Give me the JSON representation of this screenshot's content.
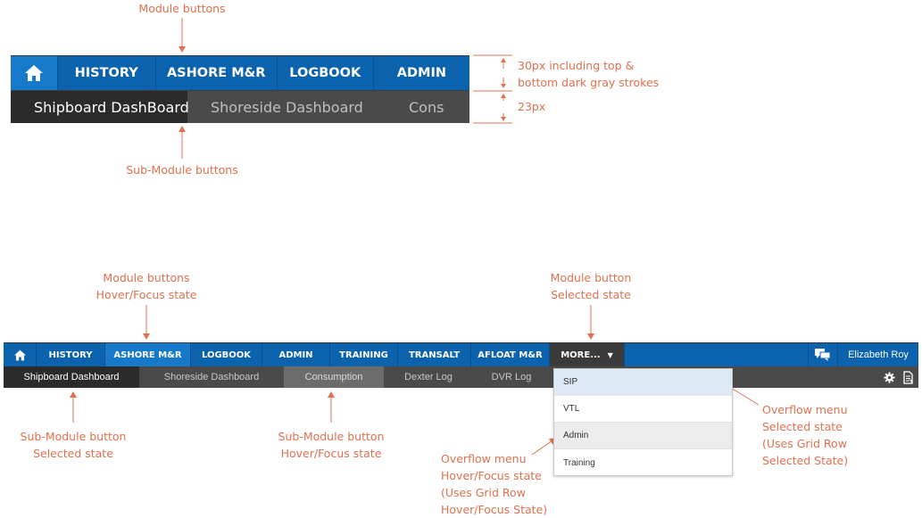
{
  "colors": {
    "nav_blue": "#0b62ad",
    "nav_hover": "#1679c9",
    "nav_selected": "#3a3a3a",
    "sub_bar": "#4a4a4a",
    "sub_selected": "#2b2b2b",
    "sub_hover": "#6c6c6c",
    "annotation": "#e0704f",
    "menu_selected": "#dde9f4",
    "menu_hover": "#ececec"
  },
  "large_nav": {
    "home_icon": "home-icon",
    "modules": [
      "HISTORY",
      "ASHORE M&R",
      "LOGBOOK",
      "ADMIN"
    ],
    "submodules": [
      "Shipboard DashBoard",
      "Shoreside Dashboard",
      "Cons"
    ],
    "dimension_top": "30px including top &",
    "dimension_top_2": "bottom dark gray strokes",
    "dimension_bottom": "23px"
  },
  "annotations_top": {
    "module_buttons": "Module buttons",
    "submodule_buttons": "Sub-Module buttons"
  },
  "small_nav": {
    "home_icon": "home-icon",
    "modules": [
      "HISTORY",
      "ASHORE M&R",
      "LOGBOOK",
      "ADMIN",
      "TRAINING",
      "TRANSALT",
      "AFLOAT M&R"
    ],
    "more_label": "MORE...",
    "more_icon": "caret-down-icon",
    "chat_icon": "chat-icon",
    "user_name": "Elizabeth Roy",
    "submodules": [
      "Shipboard Dashboard",
      "Shoreside Dashboard",
      "Consumption",
      "Dexter Log",
      "DVR Log"
    ],
    "settings_icon": "gear-icon",
    "document_icon": "document-icon"
  },
  "overflow_menu": {
    "items": [
      "SIP",
      "VTL",
      "Admin",
      "Training"
    ]
  },
  "annotations_bottom": {
    "module_hover_1": "Module buttons",
    "module_hover_2": "Hover/Focus state",
    "module_selected_1": "Module button",
    "module_selected_2": "Selected state",
    "sub_selected_1": "Sub-Module button",
    "sub_selected_2": "Selected state",
    "sub_hover_1": "Sub-Module button",
    "sub_hover_2": "Hover/Focus state",
    "menu_hover_1": "Overflow menu",
    "menu_hover_2": "Hover/Focus state",
    "menu_hover_3": "(Uses Grid Row",
    "menu_hover_4": "Hover/Focus State)",
    "menu_selected_1": "Overflow menu",
    "menu_selected_2": "Selected state",
    "menu_selected_3": "(Uses Grid Row",
    "menu_selected_4": "Selected State)"
  }
}
